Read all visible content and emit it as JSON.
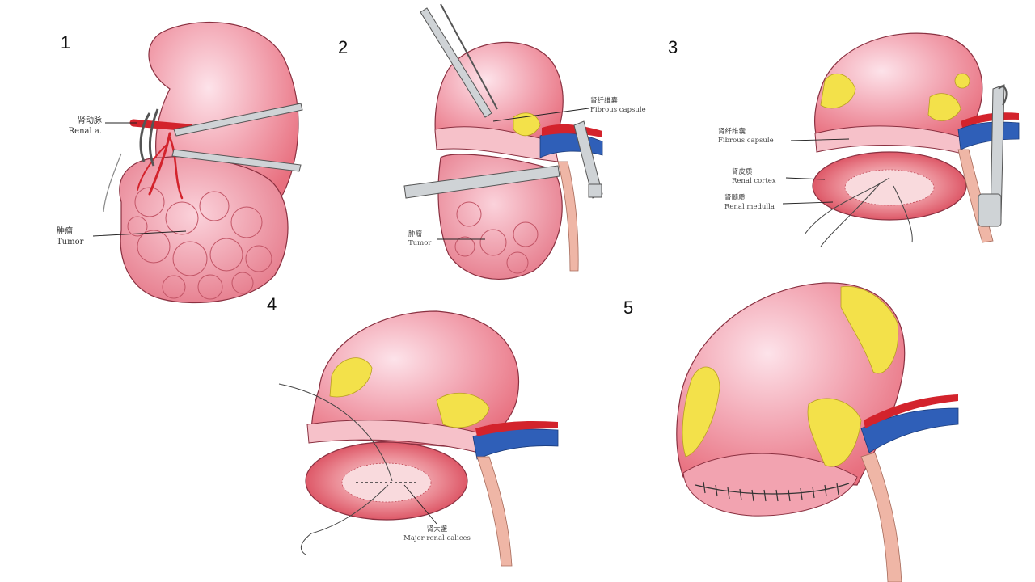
{
  "panels": [
    {
      "number": "1",
      "labels": [
        {
          "zh": "肾动脉",
          "en": "Renal a."
        },
        {
          "zh": "肿瘤",
          "en": "Tumor"
        }
      ]
    },
    {
      "number": "2",
      "labels": [
        {
          "zh": "肾纤维囊",
          "en": "Fibrous capsule"
        },
        {
          "zh": "肿瘤",
          "en": "Tumor"
        }
      ]
    },
    {
      "number": "3",
      "labels": [
        {
          "zh": "肾纤维囊",
          "en": "Fibrous capsule"
        },
        {
          "zh": "肾皮质",
          "en": "Renal cortex"
        },
        {
          "zh": "肾髓质",
          "en": "Renal medulla"
        }
      ]
    },
    {
      "number": "4",
      "labels": [
        {
          "zh": "肾大盏",
          "en": "Major renal calices"
        }
      ]
    },
    {
      "number": "5",
      "labels": []
    }
  ],
  "colors": {
    "kidney": "#f2a3b0",
    "kidney_dark": "#e8707f",
    "highlight": "#fde3ea",
    "artery": "#d3232c",
    "vein": "#2f5fb8",
    "fat": "#f3e14a",
    "ureter": "#efb6a6",
    "instrument": "#cfd3d6"
  }
}
